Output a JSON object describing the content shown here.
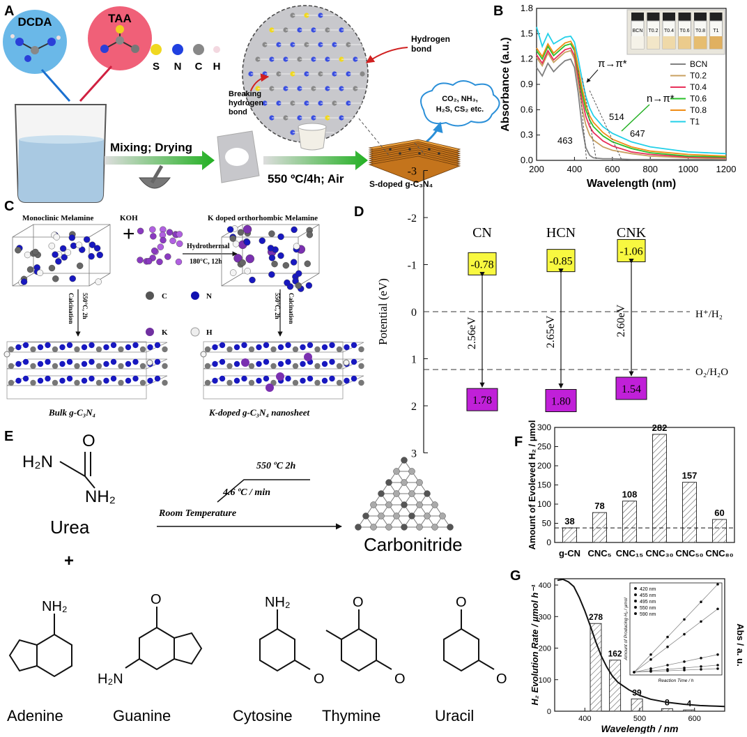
{
  "panels": {
    "a": {
      "label": "A",
      "reagents": [
        "DCDA",
        "TAA"
      ],
      "legend": [
        "S",
        "N",
        "C",
        "H"
      ],
      "annotations": {
        "hydrogen_bond": [
          "Hydrogen",
          "bond"
        ],
        "breaking": [
          "Breaking",
          "hydrogen",
          "bond"
        ],
        "gases": [
          "CO₂, NH₃,",
          "H₂S, CS₂ etc."
        ],
        "step1": "Mixing; Drying",
        "step2": "550 ºC/4h; Air",
        "product": "S-doped g-C₃N₄"
      }
    },
    "b": {
      "label": "B",
      "vial_labels": [
        "BCN",
        "T0.2",
        "T0.4",
        "T0.6",
        "T0.8",
        "T1"
      ],
      "transitions": [
        "π→π*",
        "n→π*"
      ],
      "edge_labels": [
        "463",
        "514",
        "647"
      ]
    },
    "c": {
      "label": "C",
      "titles": [
        "Monoclinic Melamine",
        "KOH",
        "K doped orthorhombic Melamine"
      ],
      "hydrothermal": [
        "Hydrothermal",
        "180°C, 12h"
      ],
      "calcination": [
        "550°C, 2h",
        "Calcination"
      ],
      "atoms": [
        "C",
        "N",
        "K",
        "H"
      ],
      "products": [
        "Bulk g-C₃N₄",
        "K-doped g-C₃N₄ nanosheet"
      ]
    },
    "d": {
      "label": "D",
      "ylabel": "Potential (eV)",
      "yticks": [
        "-3",
        "-2",
        "-1",
        "0",
        "1",
        "2",
        "3"
      ],
      "samples": [
        {
          "name": "CN",
          "cb": "-0.78",
          "vb": "1.78",
          "gap": "2.56eV"
        },
        {
          "name": "HCN",
          "cb": "-0.85",
          "vb": "1.80",
          "gap": "2.65eV"
        },
        {
          "name": "CNK",
          "cb": "-1.06",
          "vb": "1.54",
          "gap": "2.60eV"
        }
      ],
      "levels": [
        "H⁺/H₂",
        "O₂/H₂O"
      ]
    },
    "e": {
      "label": "E",
      "urea": {
        "nh2_top": "H₂N",
        "o": "O",
        "nh2_bot": "NH₂",
        "name": "Urea"
      },
      "plus": "+",
      "program": [
        "550 ºC   2h",
        "4.6 ºC / min",
        "Room Temperature"
      ],
      "product": "Carbonitride",
      "bases": [
        "Adenine",
        "Guanine",
        "Cytosine",
        "Thymine",
        "Uracil"
      ]
    },
    "f": {
      "label": "F"
    },
    "g": {
      "label": "G",
      "inset_legend": [
        "420 nm",
        "455 nm",
        "495 nm",
        "550 nm",
        "590 nm"
      ],
      "inset_ylabel": "Amount of Producing H₂ / µmol",
      "inset_xlabel": "Reaction Time / h",
      "right_label": "Abs / a. u."
    }
  },
  "chart_data": [
    {
      "id": "B",
      "type": "line",
      "xlabel": "Wavelength (nm)",
      "ylabel": "Absorbance (a.u.)",
      "xlim": [
        200,
        1200
      ],
      "ylim": [
        0,
        1.8
      ],
      "xticks": [
        200,
        400,
        600,
        800,
        1000,
        1200
      ],
      "yticks": [
        0.0,
        0.3,
        0.6,
        0.9,
        1.2,
        1.5,
        1.8
      ],
      "legend_position": "right",
      "series": [
        {
          "name": "BCN",
          "color": "#808080",
          "x": [
            200,
            230,
            260,
            290,
            320,
            350,
            380,
            400,
            420,
            440,
            460,
            480,
            500,
            550,
            600,
            700,
            800,
            1000,
            1200
          ],
          "y": [
            1.1,
            1.0,
            1.15,
            1.05,
            1.12,
            1.18,
            1.2,
            1.1,
            0.8,
            0.4,
            0.15,
            0.06,
            0.03,
            0.02,
            0.02,
            0.01,
            0.01,
            0.01,
            0.01
          ]
        },
        {
          "name": "T0.2",
          "color": "#c8a060",
          "x": [
            200,
            230,
            260,
            290,
            320,
            350,
            380,
            400,
            420,
            440,
            460,
            480,
            500,
            550,
            600,
            700,
            800,
            1000,
            1200
          ],
          "y": [
            1.22,
            1.12,
            1.27,
            1.16,
            1.22,
            1.28,
            1.3,
            1.2,
            0.92,
            0.62,
            0.42,
            0.3,
            0.24,
            0.16,
            0.12,
            0.08,
            0.05,
            0.03,
            0.02
          ]
        },
        {
          "name": "T0.4",
          "color": "#e8305a",
          "x": [
            200,
            230,
            260,
            290,
            320,
            350,
            380,
            400,
            420,
            440,
            460,
            480,
            500,
            550,
            600,
            700,
            800,
            1000,
            1200
          ],
          "y": [
            1.25,
            1.15,
            1.3,
            1.19,
            1.25,
            1.31,
            1.33,
            1.24,
            0.98,
            0.72,
            0.52,
            0.4,
            0.33,
            0.23,
            0.17,
            0.1,
            0.07,
            0.04,
            0.03
          ]
        },
        {
          "name": "T0.6",
          "color": "#28c028",
          "x": [
            200,
            230,
            260,
            290,
            320,
            350,
            380,
            400,
            420,
            440,
            460,
            480,
            500,
            550,
            600,
            700,
            800,
            1000,
            1200
          ],
          "y": [
            1.3,
            1.2,
            1.35,
            1.24,
            1.3,
            1.36,
            1.38,
            1.3,
            1.05,
            0.8,
            0.6,
            0.48,
            0.4,
            0.29,
            0.22,
            0.14,
            0.09,
            0.05,
            0.04
          ]
        },
        {
          "name": "T0.8",
          "color": "#f08c14",
          "x": [
            200,
            230,
            260,
            290,
            320,
            350,
            380,
            400,
            420,
            440,
            460,
            480,
            500,
            550,
            600,
            700,
            800,
            1000,
            1200
          ],
          "y": [
            1.33,
            1.23,
            1.38,
            1.27,
            1.33,
            1.39,
            1.41,
            1.33,
            1.1,
            0.86,
            0.66,
            0.53,
            0.45,
            0.33,
            0.25,
            0.16,
            0.11,
            0.07,
            0.05
          ]
        },
        {
          "name": "T1",
          "color": "#22d0e8",
          "x": [
            200,
            230,
            260,
            290,
            320,
            350,
            380,
            400,
            420,
            440,
            460,
            480,
            500,
            550,
            600,
            700,
            800,
            1000,
            1200
          ],
          "y": [
            1.58,
            1.35,
            1.5,
            1.38,
            1.42,
            1.46,
            1.47,
            1.4,
            1.2,
            0.96,
            0.76,
            0.62,
            0.53,
            0.4,
            0.32,
            0.22,
            0.16,
            0.1,
            0.08
          ]
        }
      ]
    },
    {
      "id": "F",
      "type": "bar",
      "ylabel": "Amount of Evoleved H₂ / µmol",
      "categories": [
        "g-CN",
        "CNC₅",
        "CNC₁₅",
        "CNC₃₀",
        "CNC₅₀",
        "CNC₈₀"
      ],
      "values": [
        38,
        78,
        108,
        282,
        157,
        60
      ],
      "data_labels": [
        "38",
        "78",
        "108",
        "282",
        "157",
        "60"
      ],
      "ylim": [
        0,
        300
      ],
      "yticks": [
        0,
        50,
        100,
        150,
        200,
        250,
        300
      ],
      "reference_line": 38,
      "hatch": true
    },
    {
      "id": "G",
      "type": "bar",
      "xlabel": "Wavelength / nm",
      "ylabel": "H₂ Evolution Rate / µmol h⁻¹",
      "categories": [
        "420",
        "455",
        "495",
        "550",
        "590"
      ],
      "x": [
        420,
        455,
        495,
        550,
        590
      ],
      "values": [
        278,
        162,
        39,
        8,
        4
      ],
      "data_labels": [
        "278",
        "162",
        "39",
        "8",
        "4"
      ],
      "xlim": [
        345,
        655
      ],
      "ylim": [
        0,
        420
      ],
      "xticks": [
        400,
        500,
        600
      ],
      "yticks": [
        0,
        100,
        200,
        300,
        400
      ],
      "absorbance_curve": {
        "x": [
          350,
          360,
          370,
          380,
          390,
          400,
          410,
          420,
          430,
          440,
          450,
          460,
          480,
          500,
          520,
          550,
          580,
          610,
          640,
          655
        ],
        "y": [
          415,
          418,
          410,
          395,
          360,
          318,
          270,
          220,
          175,
          140,
          112,
          92,
          68,
          50,
          38,
          28,
          22,
          18,
          16,
          15
        ]
      }
    }
  ]
}
